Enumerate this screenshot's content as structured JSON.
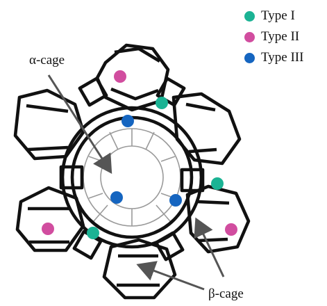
{
  "legend": {
    "items": [
      {
        "label": "Type I",
        "color": "#1bb394"
      },
      {
        "label": "Type II",
        "color": "#d14d9f"
      },
      {
        "label": "Type III",
        "color": "#1565c0"
      }
    ]
  },
  "labels": {
    "alpha_cage": "α-cage",
    "beta_cage": "β-cage"
  },
  "colors": {
    "line": "#111111",
    "inner_web": "#9a9a9a",
    "arrow": "#555555"
  }
}
